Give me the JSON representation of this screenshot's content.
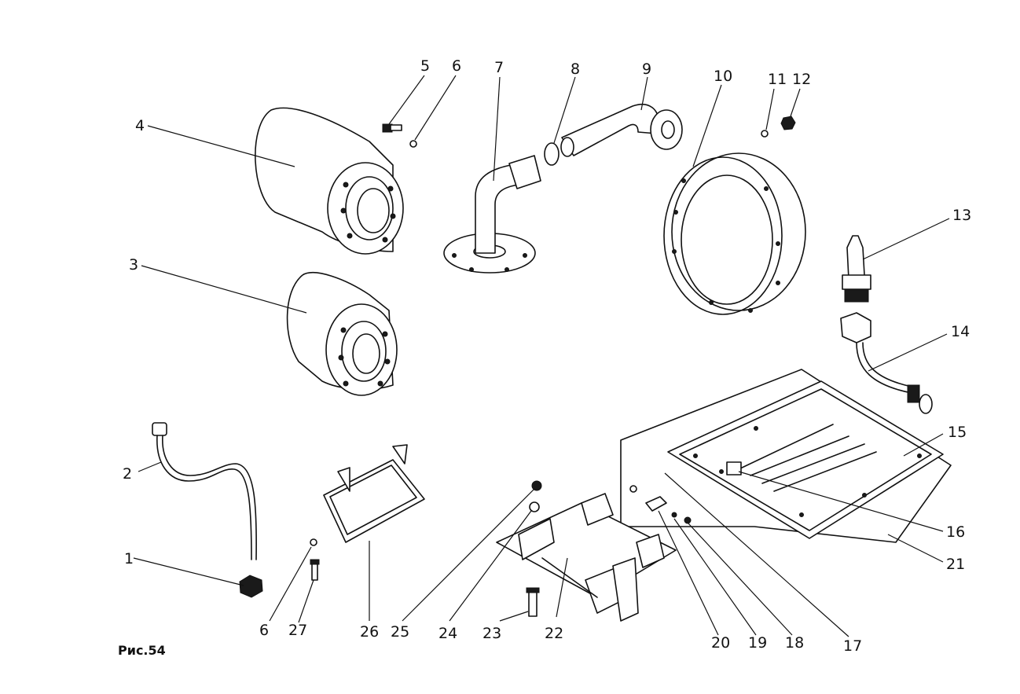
{
  "figure": {
    "caption": "Рис.54",
    "callouts": [
      "1",
      "2",
      "3",
      "4",
      "5",
      "6",
      "7",
      "8",
      "9",
      "10",
      "11",
      "12",
      "13",
      "14",
      "15",
      "16",
      "17",
      "18",
      "19",
      "20",
      "21",
      "22",
      "23",
      "24",
      "25",
      "26",
      "27"
    ],
    "callout_6_second": "6"
  }
}
